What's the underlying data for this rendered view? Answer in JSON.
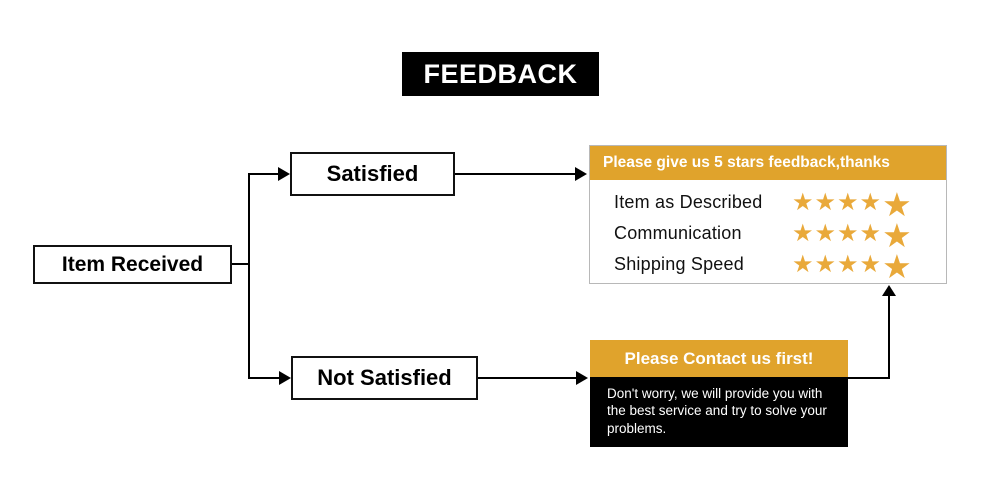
{
  "title": {
    "label": "FEEDBACK"
  },
  "flow": {
    "start": {
      "label": "Item Received"
    },
    "branch_satisfied": {
      "label": "Satisfied"
    },
    "branch_not_satisfied": {
      "label": "Not Satisfied"
    }
  },
  "stars_panel": {
    "header": "Please give us 5 stars feedback,thanks",
    "rows": [
      {
        "label": "Item as Described",
        "stars": 5
      },
      {
        "label": "Communication",
        "stars": 5
      },
      {
        "label": "Shipping Speed",
        "stars": 5
      }
    ],
    "star_glyph": "★"
  },
  "contact_panel": {
    "header": "Please Contact us first!",
    "body": "Don't worry, we will provide you with the best service and try to solve your problems."
  },
  "colors": {
    "orange": "#E0A32C",
    "star": "#E9A93A",
    "black": "#000000",
    "white": "#FFFFFF",
    "panel_border": "#B8B8B8"
  }
}
